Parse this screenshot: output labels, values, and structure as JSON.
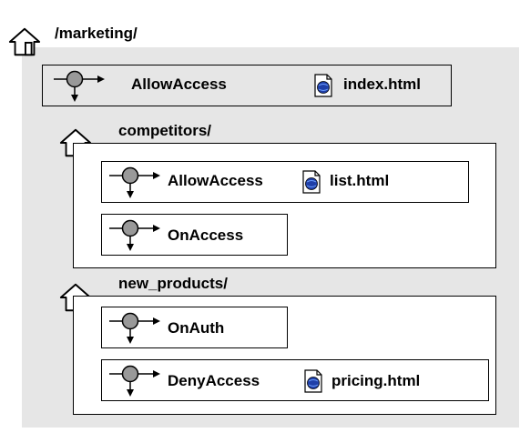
{
  "root": {
    "path": "/marketing/",
    "rule": {
      "action": "AllowAccess",
      "file": "index.html"
    }
  },
  "folders": [
    {
      "path": "competitors/",
      "rules": [
        {
          "action": "AllowAccess",
          "file": "list.html"
        },
        {
          "action": "OnAccess",
          "file": ""
        }
      ]
    },
    {
      "path": "new_products/",
      "rules": [
        {
          "action": "OnAuth",
          "file": ""
        },
        {
          "action": "DenyAccess",
          "file": "pricing.html"
        }
      ]
    }
  ],
  "icons": {
    "folder": "house-folder-icon",
    "rule": "node-arrow-icon",
    "file": "html-document-icon"
  },
  "colors": {
    "background_area": "#e6e6e6",
    "node": "#999999",
    "file_blue": "#1f3fa8"
  }
}
